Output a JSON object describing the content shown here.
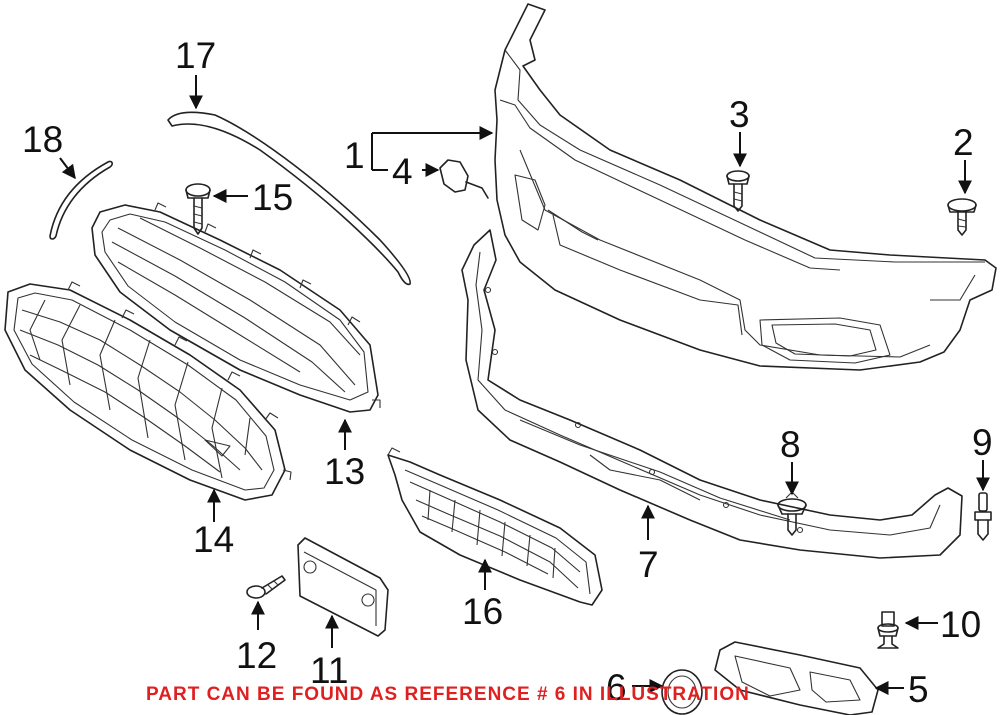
{
  "callouts": {
    "c1": "1",
    "c2": "2",
    "c3": "3",
    "c4": "4",
    "c5": "5",
    "c6": "6",
    "c7": "7",
    "c8": "8",
    "c9": "9",
    "c10": "10",
    "c11": "11",
    "c12": "12",
    "c13": "13",
    "c14": "14",
    "c15": "15",
    "c16": "16",
    "c17": "17",
    "c18": "18"
  },
  "notice": "PART CAN BE FOUND AS REFERENCE # 6 IN ILLUSTRATION",
  "colors": {
    "notice": "#e02020",
    "line": "#222222",
    "background": "#ffffff"
  }
}
